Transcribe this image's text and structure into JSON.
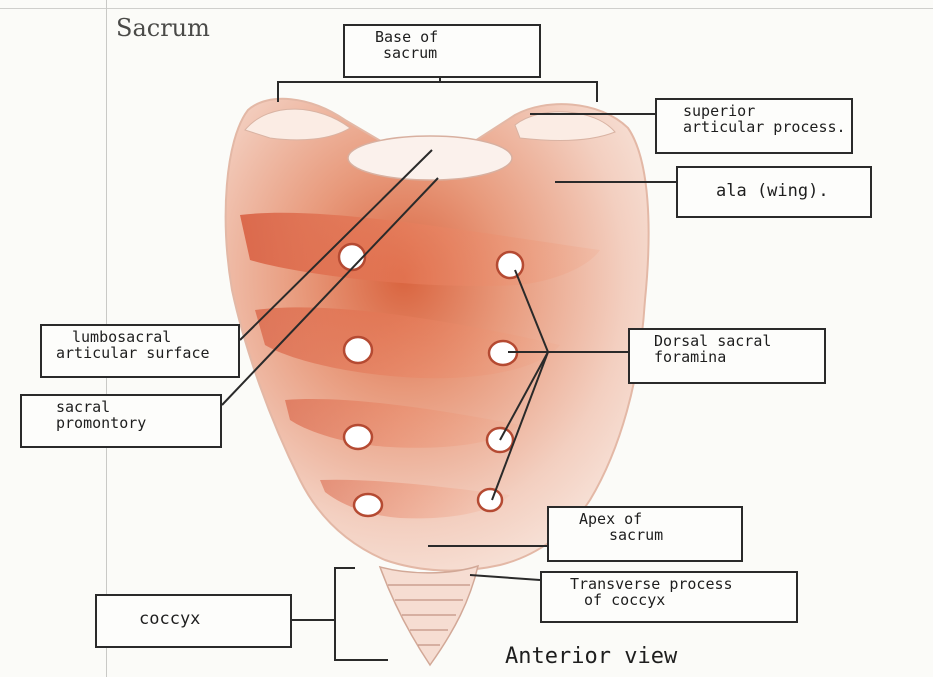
{
  "title": "Sacrum",
  "footer": "Anterior view",
  "labels": {
    "base": [
      "Base of",
      "sacrum"
    ],
    "superior_articular": [
      "superior",
      "articular process."
    ],
    "ala": [
      "ala (wing)."
    ],
    "lumbosacral": [
      "lumbosacral",
      "articular surface"
    ],
    "promontory": [
      "sacral",
      "promontory"
    ],
    "foramina": [
      "Dorsal sacral",
      "foramina"
    ],
    "apex": [
      "Apex of",
      "sacrum"
    ],
    "transverse": [
      "Transverse process",
      "of coccyx"
    ],
    "coccyx": [
      "coccyx"
    ]
  },
  "colors": {
    "bone_light": "#f6ddd2",
    "bone_mid": "#e8967a",
    "bone_dark": "#c94a2e",
    "ink": "#2a2a2a"
  }
}
